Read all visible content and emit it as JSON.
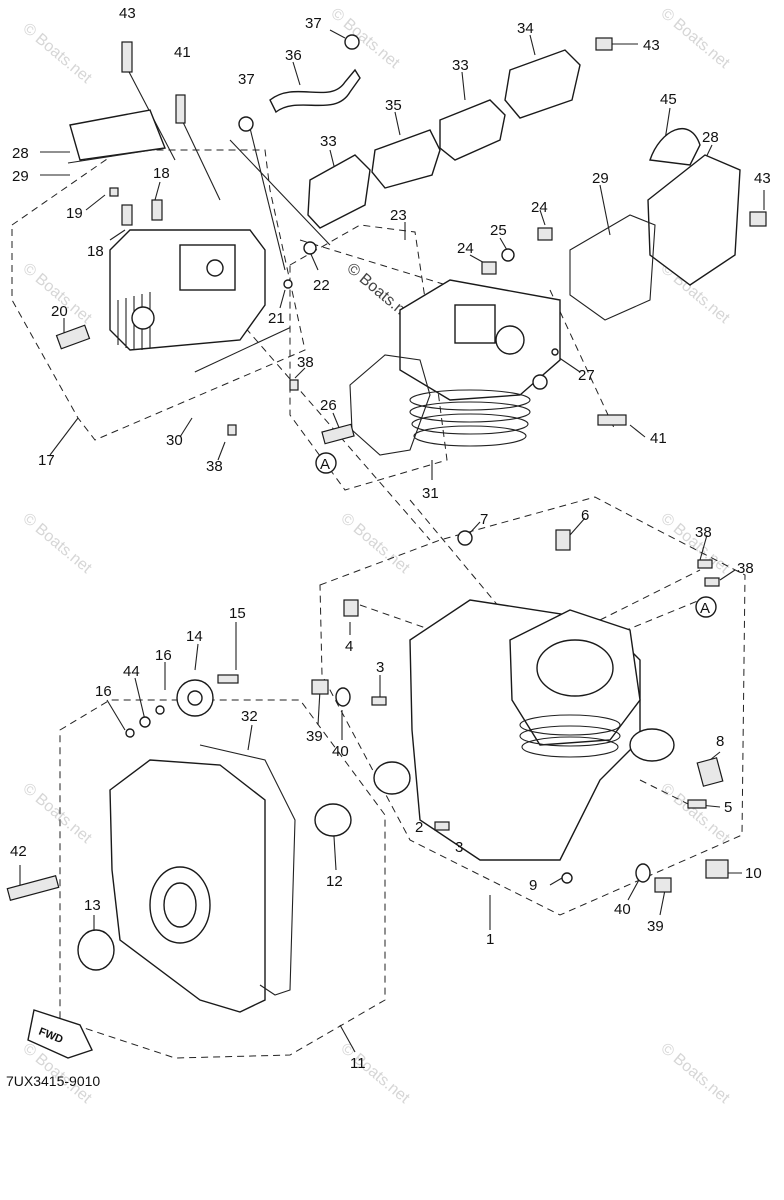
{
  "diagram": {
    "part_code": "7UX3415-9010",
    "fwd_label": "FWD",
    "ref_marker": "A",
    "watermark": "© Boats.net",
    "callouts": [
      {
        "id": "c43a",
        "text": "43"
      },
      {
        "id": "c41a",
        "text": "41"
      },
      {
        "id": "c37a",
        "text": "37"
      },
      {
        "id": "c36",
        "text": "36"
      },
      {
        "id": "c37b",
        "text": "37"
      },
      {
        "id": "c35",
        "text": "35"
      },
      {
        "id": "c33a",
        "text": "33"
      },
      {
        "id": "c33b",
        "text": "33"
      },
      {
        "id": "c34",
        "text": "34"
      },
      {
        "id": "c43b",
        "text": "43"
      },
      {
        "id": "c45",
        "text": "45"
      },
      {
        "id": "c28a",
        "text": "28"
      },
      {
        "id": "c28b",
        "text": "28"
      },
      {
        "id": "c29a",
        "text": "29"
      },
      {
        "id": "c29b",
        "text": "29"
      },
      {
        "id": "c43c",
        "text": "43"
      },
      {
        "id": "c18a",
        "text": "18"
      },
      {
        "id": "c19",
        "text": "19"
      },
      {
        "id": "c18b",
        "text": "18"
      },
      {
        "id": "c23",
        "text": "23"
      },
      {
        "id": "c24a",
        "text": "24"
      },
      {
        "id": "c25",
        "text": "25"
      },
      {
        "id": "c24b",
        "text": "24"
      },
      {
        "id": "c22",
        "text": "22"
      },
      {
        "id": "c20",
        "text": "20"
      },
      {
        "id": "c21",
        "text": "21"
      },
      {
        "id": "c38a",
        "text": "38"
      },
      {
        "id": "c27",
        "text": "27"
      },
      {
        "id": "c26",
        "text": "26"
      },
      {
        "id": "c41b",
        "text": "41"
      },
      {
        "id": "c30",
        "text": "30"
      },
      {
        "id": "c38b",
        "text": "38"
      },
      {
        "id": "c17",
        "text": "17"
      },
      {
        "id": "c31",
        "text": "31"
      },
      {
        "id": "c7",
        "text": "7"
      },
      {
        "id": "c6",
        "text": "6"
      },
      {
        "id": "c38c",
        "text": "38"
      },
      {
        "id": "c38d",
        "text": "38"
      },
      {
        "id": "c15",
        "text": "15"
      },
      {
        "id": "c14",
        "text": "14"
      },
      {
        "id": "c4",
        "text": "4"
      },
      {
        "id": "c44",
        "text": "44"
      },
      {
        "id": "c16a",
        "text": "16"
      },
      {
        "id": "c16b",
        "text": "16"
      },
      {
        "id": "c3a",
        "text": "3"
      },
      {
        "id": "c32",
        "text": "32"
      },
      {
        "id": "c39a",
        "text": "39"
      },
      {
        "id": "c40a",
        "text": "40"
      },
      {
        "id": "c8",
        "text": "8"
      },
      {
        "id": "c5",
        "text": "5"
      },
      {
        "id": "c2",
        "text": "2"
      },
      {
        "id": "c3b",
        "text": "3"
      },
      {
        "id": "c42",
        "text": "42"
      },
      {
        "id": "c12",
        "text": "12"
      },
      {
        "id": "c10",
        "text": "10"
      },
      {
        "id": "c9",
        "text": "9"
      },
      {
        "id": "c40b",
        "text": "40"
      },
      {
        "id": "c13",
        "text": "13"
      },
      {
        "id": "c39b",
        "text": "39"
      },
      {
        "id": "c1",
        "text": "1"
      },
      {
        "id": "c11",
        "text": "11"
      }
    ]
  }
}
